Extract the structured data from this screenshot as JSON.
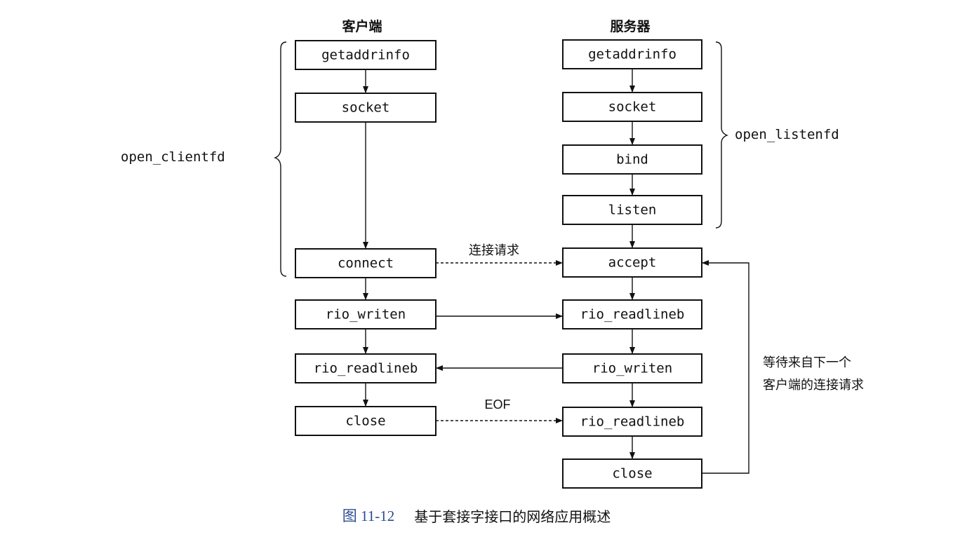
{
  "headers": {
    "client": "客户端",
    "server": "服务器"
  },
  "client_boxes": {
    "getaddrinfo": "getaddrinfo",
    "socket": "socket",
    "connect": "connect",
    "rio_writen": "rio_writen",
    "rio_readlineb": "rio_readlineb",
    "close": "close"
  },
  "server_boxes": {
    "getaddrinfo": "getaddrinfo",
    "socket": "socket",
    "bind": "bind",
    "listen": "listen",
    "accept": "accept",
    "rio_readlineb_1": "rio_readlineb",
    "rio_writen": "rio_writen",
    "rio_readlineb_2": "rio_readlineb",
    "close": "close"
  },
  "groups": {
    "open_clientfd": "open_clientfd",
    "open_listenfd": "open_listenfd"
  },
  "edge_labels": {
    "connection_request": "连接请求",
    "eof": "EOF",
    "wait_line1": "等待来自下一个",
    "wait_line2": "客户端的连接请求"
  },
  "caption": {
    "figure_number": "图 11-12",
    "title": "基于套接字接口的网络应用概述"
  }
}
